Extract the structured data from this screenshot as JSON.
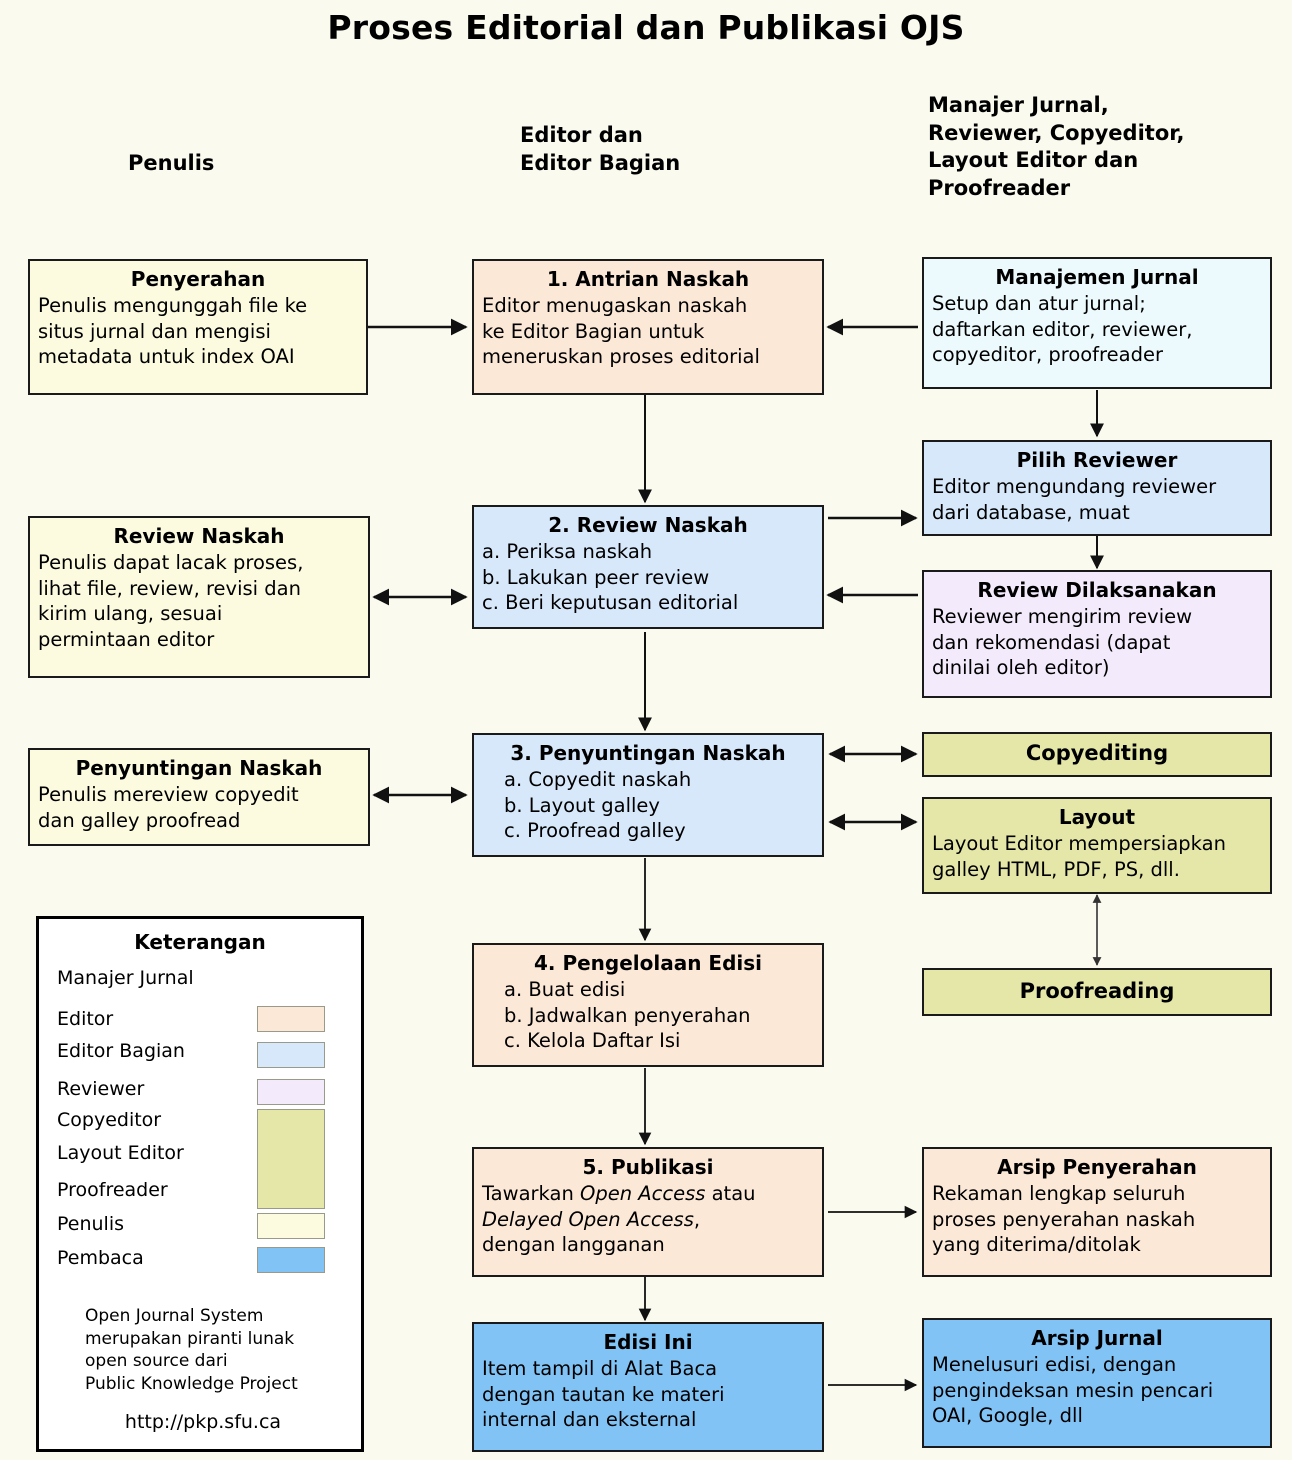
{
  "title": "Proses Editorial dan Publikasi OJS",
  "columns": [
    {
      "id": "penulis",
      "label": "Penulis"
    },
    {
      "id": "editor",
      "label": "Editor dan\nEditor Bagian"
    },
    {
      "id": "lainnya",
      "label": "Manajer Jurnal,\nReviewer, Copyeditor,\nLayout Editor dan\nProofreader"
    }
  ],
  "boxes": {
    "penyerahan": {
      "title": "Penyerahan",
      "lines": [
        "Penulis mengunggah file ke",
        "situs jurnal dan mengisi",
        "metadata untuk index OAI"
      ]
    },
    "antrian": {
      "title": "1. Antrian Naskah",
      "lines": [
        "Editor menugaskan naskah",
        "ke Editor Bagian untuk",
        "meneruskan proses editorial"
      ]
    },
    "manajemen": {
      "title": "Manajemen Jurnal",
      "lines": [
        "Setup dan atur jurnal;",
        "daftarkan editor, reviewer,",
        "copyeditor, proofreader"
      ]
    },
    "review_naskah_penulis": {
      "title": "Review Naskah",
      "lines": [
        "Penulis dapat lacak proses,",
        "lihat file, review, revisi dan",
        "kirim ulang, sesuai",
        "permintaan editor"
      ]
    },
    "review_naskah": {
      "title": "2. Review Naskah",
      "lines": [
        "a. Periksa naskah",
        "b. Lakukan peer review",
        "c. Beri keputusan editorial"
      ]
    },
    "pilih_reviewer": {
      "title": "Pilih Reviewer",
      "lines": [
        "Editor mengundang reviewer",
        "dari database, muat"
      ]
    },
    "review_dilaksanakan": {
      "title": "Review Dilaksanakan",
      "lines": [
        "Reviewer mengirim review",
        "dan rekomendasi (dapat",
        "dinilai oleh editor)"
      ]
    },
    "penyuntingan_penulis": {
      "title": "Penyuntingan Naskah",
      "lines": [
        "Penulis mereview copyedit",
        "dan galley proofread"
      ]
    },
    "penyuntingan": {
      "title": "3. Penyuntingan Naskah",
      "lines": [
        "a. Copyedit naskah",
        "b. Layout galley",
        "c. Proofread galley"
      ]
    },
    "copyediting": {
      "title": "Copyediting",
      "lines": []
    },
    "layout": {
      "title": "Layout",
      "lines": [
        "Layout Editor mempersiapkan",
        "galley HTML, PDF, PS, dll."
      ]
    },
    "proofreading": {
      "title": "Proofreading",
      "lines": []
    },
    "pengelolaan": {
      "title": "4. Pengelolaan Edisi",
      "lines": [
        "a. Buat edisi",
        "b. Jadwalkan penyerahan",
        "c. Kelola Daftar Isi"
      ]
    },
    "publikasi": {
      "title": "5. Publikasi",
      "line1a": "Tawarkan ",
      "line1i": "Open Access",
      "line1b": " atau",
      "line2i": "Delayed Open Access",
      "line2b": ",",
      "line3": "dengan langganan"
    },
    "arsip_penyerahan": {
      "title": "Arsip Penyerahan",
      "lines": [
        "Rekaman lengkap seluruh",
        "proses penyerahan naskah",
        "yang diterima/ditolak"
      ]
    },
    "edisi_ini": {
      "title": "Edisi Ini",
      "lines": [
        "Item tampil di Alat Baca",
        "dengan tautan ke materi",
        "internal dan eksternal"
      ]
    },
    "arsip_jurnal": {
      "title": "Arsip Jurnal",
      "lines": [
        "Menelusuri edisi, dengan",
        "pengindeksan mesin pencari",
        "OAI, Google, dll"
      ]
    }
  },
  "legend": {
    "title": "Keterangan",
    "items": [
      {
        "label": "Manajer Jurnal",
        "color": "#edfafd"
      },
      {
        "label": "Editor",
        "color": "#fce8d7"
      },
      {
        "label": "Editor Bagian",
        "color": "#d7e8fb"
      },
      {
        "label": "Reviewer",
        "color": "#f3eafb"
      },
      {
        "label": "Copyeditor",
        "color": "#e5e7a8"
      },
      {
        "label": "Layout Editor",
        "color": "#e5e7a8"
      },
      {
        "label": "Proofreader",
        "color": "#e5e7a8"
      },
      {
        "label": "Penulis",
        "color": "#fcfbe0"
      },
      {
        "label": "Pembaca",
        "color": "#82c3f5"
      }
    ],
    "note": "Open Journal System\nmerupakan piranti lunak\nopen source dari\nPublic Knowledge Project",
    "url": "http://pkp.sfu.ca"
  }
}
